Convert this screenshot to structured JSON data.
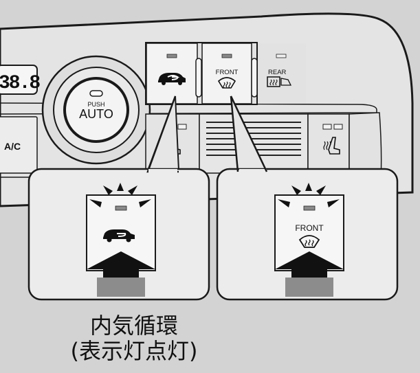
{
  "display": {
    "digits": "38.8"
  },
  "auto_knob": {
    "push_label": "PUSH",
    "auto_label": "AUTO"
  },
  "buttons": {
    "ac_label": "A/C",
    "front_label": "FRONT",
    "rear_label": "REAR"
  },
  "callouts": {
    "recirc": {
      "icon": "recirculation-car-icon"
    },
    "front": {
      "label": "FRONT",
      "icon": "front-defrost-icon"
    }
  },
  "caption": {
    "line1": "内気循環",
    "line2": "(表示灯点灯)"
  },
  "colors": {
    "background": "#d3d3d3",
    "panel": "#e6e6e6",
    "button": "#f1f1f1",
    "outline": "#1a1a1a",
    "indicator": "#8a8a8a",
    "arrow_base": "#8c8c8c"
  }
}
